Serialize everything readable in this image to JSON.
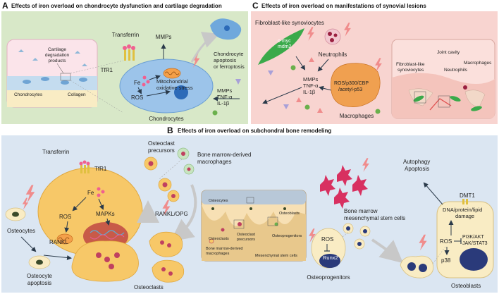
{
  "panel_a": {
    "letter": "A",
    "title": "Effects of iron overload on chondrocyte dysfunction and cartilage degradation",
    "cartilage_degradation_products": [
      "Cartilage",
      "degradation",
      "products"
    ],
    "chondrocytes_inset": "Chondrocytes",
    "collagen": "Collagen",
    "transferrin": "Transferrin",
    "tfr1": "TfR1",
    "fe": "Fe",
    "ros": "ROS",
    "mitochondrial_stress": [
      "Mitochondrial",
      "oxidative stress"
    ],
    "chondrocytes": "Chondrocytes",
    "mmps": "MMPs",
    "outcome": [
      "Chondrocyte",
      "apoptosis",
      "or ferroptosis"
    ],
    "mediators": [
      "MMPs",
      "TNF-α",
      "IL-1β"
    ]
  },
  "panel_c": {
    "letter": "C",
    "title": "Effects of iron overload on manifestations of synovial lesions",
    "fibroblast_label": "Fibroblast-like synoviocytes",
    "cmyc": [
      "c-myc",
      "mdm2"
    ],
    "neutrophils": "Neutrophils",
    "mediators": [
      "MMPs",
      "TNF-α",
      "IL-1β"
    ],
    "ros_p300": [
      "ROS/p300/CBP",
      "/acetyl-p53"
    ],
    "macrophages": "Macrophages",
    "joint_cavity": "Joint cavity",
    "inset_fibroblast": [
      "Fibroblast-like",
      "synoviocytes"
    ],
    "inset_neutrophils": "Neutrophils",
    "inset_macrophages": "Macrophages"
  },
  "panel_b": {
    "letter": "B",
    "title": "Effects of iron overload on subchondral bone remodeling",
    "transferrin": "Transferrin",
    "tfr1": "TfR1",
    "fe": "Fe",
    "ros": "ROS",
    "mapks": "MAPKs",
    "osteoclast_precursors": [
      "Osteoclast",
      "precursors"
    ],
    "bmdm": [
      "Bone marrow-derived",
      "macrophages"
    ],
    "rankl_opg": "RANKL/OPG",
    "osteocytes": "Osteocytes",
    "rankl": "RANKL",
    "osteocyte_apoptosis": [
      "Osteocyte",
      "apoptosis"
    ],
    "osteoclasts": "Osteoclasts",
    "inset": {
      "osteocytes": "Osteocytes",
      "osteoblasts": "Osteoblasts",
      "osteoclasts": "Osteoclasts",
      "osteoclast_precursors": [
        "Osteoclast",
        "precursors"
      ],
      "osteoprogenitors": "Osteoprogenitors",
      "bmdm": [
        "Bone marrow-derived",
        "macrophages"
      ],
      "msc": "Mesenchymal stem cells"
    },
    "bmsc": [
      "Bone marrow",
      "mesenchymal stem cells"
    ],
    "ros_runx": [
      "ROS",
      "Runx2"
    ],
    "osteoprogenitors": "Osteoprogenitors",
    "autophagy": [
      "Autophagy",
      "Apoptosis"
    ],
    "dmt1": "DMT1",
    "damage": [
      "DNA/protein/lipid",
      "damage"
    ],
    "ros2": "ROS",
    "pathways": [
      "PI3K/AKT",
      "JAK/STAT3"
    ],
    "p38": "p38",
    "osteoblasts": "Osteoblasts"
  },
  "colors": {
    "panel_a_bg": "#d8e8c8",
    "panel_c_bg": "#f8d4d0",
    "panel_b_bg": "#dbe6f2",
    "cell_blue": "#9cc4ea",
    "osteoclast": "#f7c868",
    "lightning": "#f08c8c",
    "macrophage": "#f0a050",
    "fibroblast": "#3aaa4a"
  }
}
